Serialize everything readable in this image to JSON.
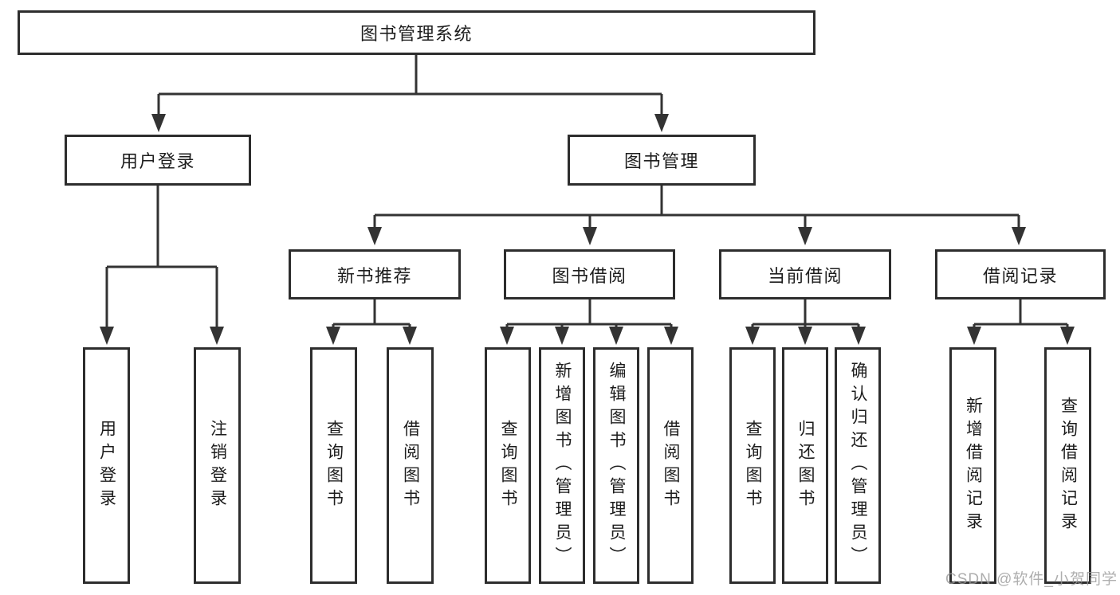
{
  "diagram": {
    "title": "图书管理系统",
    "nodes": {
      "root": {
        "label": "图书管理系统"
      },
      "user_login": {
        "label": "用户登录"
      },
      "book_management": {
        "label": "图书管理"
      },
      "new_book_recommend": {
        "label": "新书推荐"
      },
      "book_borrow": {
        "label": "图书借阅"
      },
      "current_borrow": {
        "label": "当前借阅"
      },
      "borrow_record": {
        "label": "借阅记录"
      },
      "leaf_user_login": {
        "label": "用户登录"
      },
      "leaf_logout": {
        "label": "注销登录"
      },
      "leaf_query_book_1": {
        "label": "查询图书"
      },
      "leaf_borrow_book_1": {
        "label": "借阅图书"
      },
      "leaf_query_book_2": {
        "label": "查询图书"
      },
      "leaf_add_book_admin": {
        "label": "新增图书（管理员）"
      },
      "leaf_edit_book_admin": {
        "label": "编辑图书（管理员）"
      },
      "leaf_borrow_book_2": {
        "label": "借阅图书"
      },
      "leaf_query_book_3": {
        "label": "查询图书"
      },
      "leaf_return_book": {
        "label": "归还图书"
      },
      "leaf_confirm_return_admin": {
        "label": "确认归还（管理员）"
      },
      "leaf_add_borrow_record": {
        "label": "新增借阅记录"
      },
      "leaf_query_borrow_record": {
        "label": "查询借阅记录"
      }
    },
    "colors": {
      "line": "#333333",
      "box_border": "#2d2d2d",
      "text": "#1d1d1d",
      "background": "#ffffff",
      "watermark": "#9a9a9a"
    }
  },
  "watermark": "CSDN @软件_小贺同学"
}
